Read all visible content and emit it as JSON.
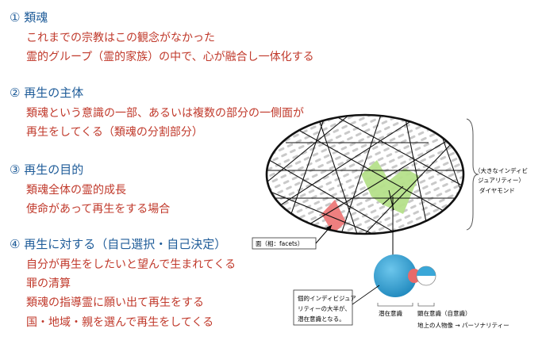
{
  "sections": [
    {
      "title": "① 類魂",
      "lines": [
        "これまでの宗教はこの観念がなかった",
        "霊的グループ（霊的家族）の中で、心が融合し一体化する"
      ]
    },
    {
      "title": "② 再生の主体",
      "lines": [
        "類魂という意識の一部、あるいは複数の部分の一側面が",
        "再生をしてくる（類魂の分割部分）"
      ]
    },
    {
      "title": "③ 再生の目的",
      "lines": [
        "類魂全体の霊的成長",
        "使命があって再生をする場合"
      ]
    },
    {
      "title": "④ 再生に対する（自己選択・自己決定）",
      "lines": [
        "自分が再生をしたいと望んで生まれてくる",
        "罪の清算",
        "類魂の指導霊に願い出て再生をする",
        "国・地域・親を選んで再生をしてくる"
      ]
    }
  ],
  "diagram": {
    "brace_label": [
      "（大きなインディビ",
      "ジュアリティー）",
      "ダイヤモンド"
    ],
    "facet_label": "面（相：facets）",
    "callout": [
      "個的インディビジュア",
      "リティーの大半が、",
      "潜在意識となる。"
    ],
    "subconscious_label": "潜在意識",
    "conscious_label": "顕在意識（自意識）",
    "personality_label": "地上の人物像 → パーソナリティー",
    "colors": {
      "title": "#1f5c99",
      "body": "#c0392b",
      "green_facet": "#b5e08a",
      "red_facet": "#ee7f7f",
      "sphere": "#2f9fd0"
    }
  }
}
